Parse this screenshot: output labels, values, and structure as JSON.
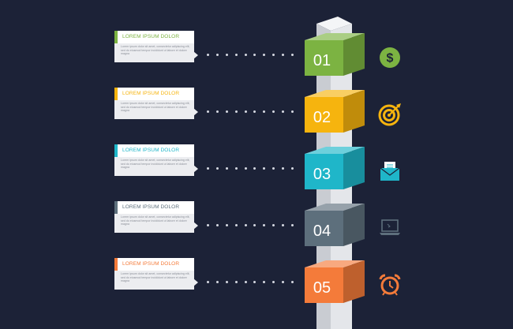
{
  "steps": [
    {
      "number": "01",
      "title": "LOREM IPSUM DOLOR",
      "body": "Lorem ipsum dolor sit amet, consectetur adipiscing elit, sed do eiusmod tempor incididunt ut labore et dolore magna",
      "color": "#7cb342",
      "icon": "dollar-icon"
    },
    {
      "number": "02",
      "title": "LOREM IPSUM DOLOR",
      "body": "Lorem ipsum dolor sit amet, consectetur adipiscing elit, sed do eiusmod tempor incididunt ut labore et dolore magna",
      "color": "#f6b40e",
      "icon": "target-icon"
    },
    {
      "number": "03",
      "title": "LOREM IPSUM DOLOR",
      "body": "Lorem ipsum dolor sit amet, consectetur adipiscing elit, sed do eiusmod tempor incididunt ut labore et dolore magna",
      "color": "#1fb6c9",
      "icon": "mail-icon"
    },
    {
      "number": "04",
      "title": "LOREM IPSUM DOLOR",
      "body": "Lorem ipsum dolor sit amet, consectetur adipiscing elit, sed do eiusmod tempor incididunt ut labore et dolore magna",
      "color": "#5d6f7c",
      "icon": "laptop-icon"
    },
    {
      "number": "05",
      "title": "LOREM IPSUM DOLOR",
      "body": "Lorem ipsum dolor sit amet, consectetur adipiscing elit, sed do eiusmod tempor incididunt ut labore et dolore magna",
      "color": "#f47b3a",
      "icon": "alarm-clock-icon"
    }
  ]
}
